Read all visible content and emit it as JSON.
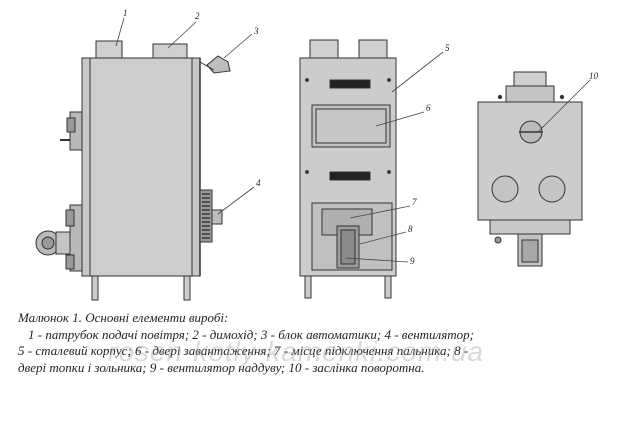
{
  "callouts": [
    "1",
    "2",
    "3",
    "4",
    "5",
    "6",
    "7",
    "8",
    "9",
    "10"
  ],
  "caption": {
    "title": "Малюнок 1. Основні елементи виробі:",
    "line1": "1 - патрубок подачі повітря; 2 - димохід; 3 - блок автоматики; 4 - вентилятор;",
    "line2": "5 - сталевий корпус; 6 - двері завантаження; 7 - місце підключення пальника; 8 -",
    "line3": "двері топки і зольника; 9 - вентилятор наддуву; 10 - заслінка поворотна."
  },
  "watermark": "rosen-kotly-kamenki.com.ua",
  "colors": {
    "body_fill": "#c8c8c8",
    "line": "#333333",
    "vent": "#222222"
  }
}
